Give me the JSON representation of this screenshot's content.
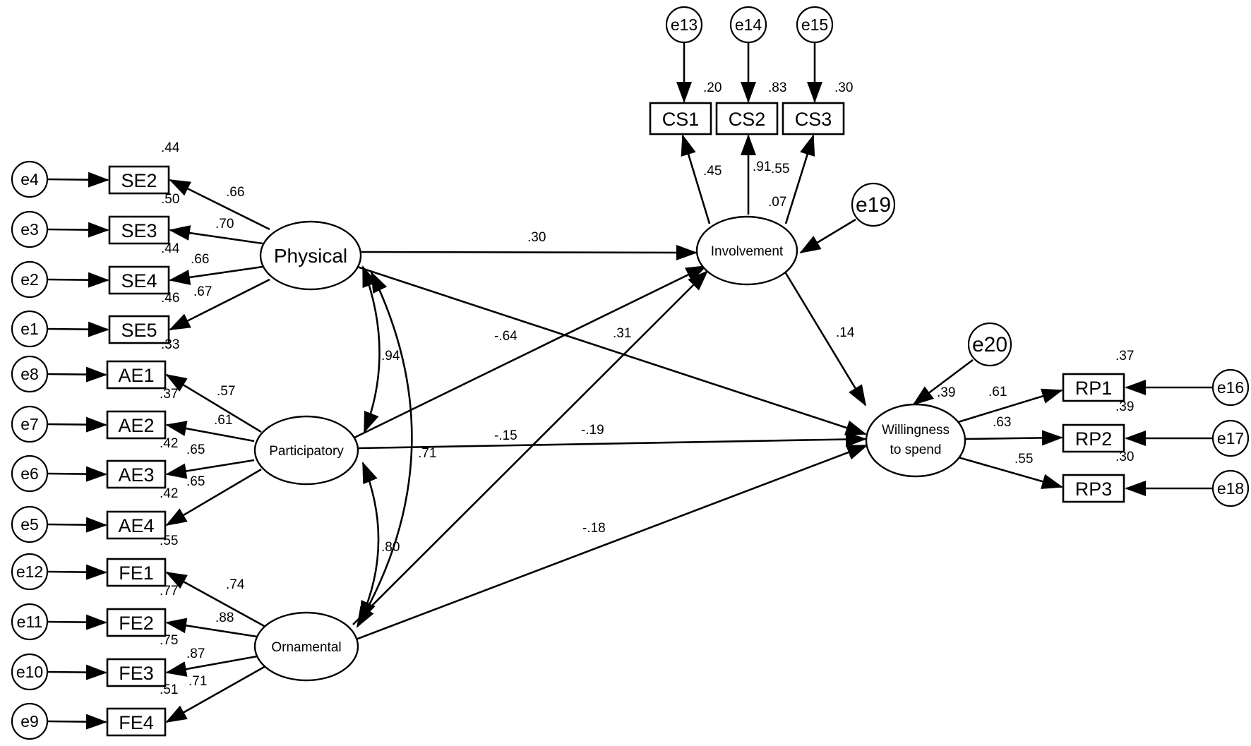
{
  "latents": {
    "physical": "Physical",
    "participatory": "Participatory",
    "ornamental": "Ornamental",
    "involvement": "Involvement",
    "willingness_line1": "Willingness",
    "willingness_line2": "to spend"
  },
  "indicators": {
    "SE2": "SE2",
    "SE3": "SE3",
    "SE4": "SE4",
    "SE5": "SE5",
    "AE1": "AE1",
    "AE2": "AE2",
    "AE3": "AE3",
    "AE4": "AE4",
    "FE1": "FE1",
    "FE2": "FE2",
    "FE3": "FE3",
    "FE4": "FE4",
    "CS1": "CS1",
    "CS2": "CS2",
    "CS3": "CS3",
    "RP1": "RP1",
    "RP2": "RP2",
    "RP3": "RP3"
  },
  "errors": {
    "e1": "e1",
    "e2": "e2",
    "e3": "e3",
    "e4": "e4",
    "e5": "e5",
    "e6": "e6",
    "e7": "e7",
    "e8": "e8",
    "e9": "e9",
    "e10": "e10",
    "e11": "e11",
    "e12": "e12",
    "e13": "e13",
    "e14": "e14",
    "e15": "e15",
    "e16": "e16",
    "e17": "e17",
    "e18": "e18",
    "e19": "e19",
    "e20": "e20"
  },
  "r_squared": {
    "SE2": ".44",
    "SE3": ".50",
    "SE4": ".44",
    "SE5": ".46",
    "AE1": ".33",
    "AE2": ".37",
    "AE3": ".42",
    "AE4": ".42",
    "FE1": ".55",
    "FE2": ".77",
    "FE3": ".75",
    "FE4": ".51",
    "CS1": ".20",
    "CS2": ".83",
    "CS3": ".30",
    "RP1": ".37",
    "RP2": ".39",
    "RP3": ".30",
    "involvement": ".07",
    "willingness": ".39"
  },
  "loadings": {
    "SE2": ".66",
    "SE3": ".70",
    "SE4": ".66",
    "SE5": ".67",
    "AE1": ".57",
    "AE2": ".61",
    "AE3": ".65",
    "AE4": ".65",
    "FE1": ".74",
    "FE2": ".88",
    "FE3": ".87",
    "FE4": ".71",
    "CS1": ".45",
    "CS2": ".91",
    "CS3": ".55",
    "RP1": ".61",
    "RP2": ".63",
    "RP3": ".55"
  },
  "structural": {
    "physical_involvement": ".30",
    "participatory_involvement": "-.64",
    "ornamental_involvement": ".31",
    "physical_willingness": "-.15",
    "participatory_willingness": "-.19",
    "ornamental_willingness": "-.18",
    "involvement_willingness": ".14"
  },
  "correlations": {
    "physical_participatory": ".94",
    "physical_ornamental": ".71",
    "participatory_ornamental": ".80"
  }
}
